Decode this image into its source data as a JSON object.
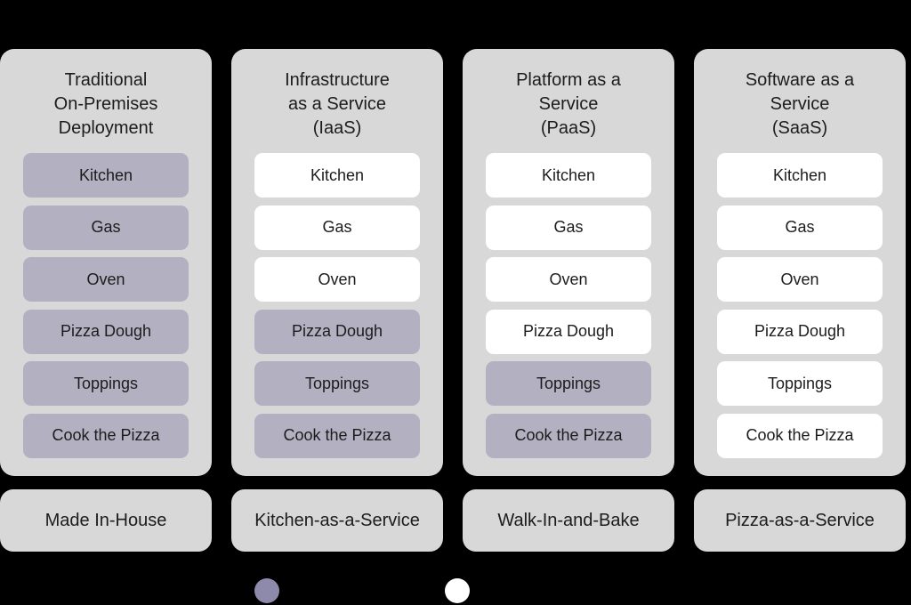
{
  "colors": {
    "background": "#000000",
    "panel": "#d8d8d8",
    "managed_fill": "#b2b0c1",
    "provider_fill": "#ffffff",
    "text": "#1c1c1c",
    "legend_managed_dot": "#8d8aab",
    "legend_provider_dot": "#ffffff"
  },
  "columns": [
    {
      "title": "Traditional\nOn-Premises\nDeployment",
      "footer": "Made In-House",
      "items": [
        {
          "label": "Kitchen",
          "managed": true
        },
        {
          "label": "Gas",
          "managed": true
        },
        {
          "label": "Oven",
          "managed": true
        },
        {
          "label": "Pizza Dough",
          "managed": true
        },
        {
          "label": "Toppings",
          "managed": true
        },
        {
          "label": "Cook the Pizza",
          "managed": true
        }
      ]
    },
    {
      "title": "Infrastructure\nas a Service\n(IaaS)",
      "footer": "Kitchen-as-a-Service",
      "items": [
        {
          "label": "Kitchen",
          "managed": false
        },
        {
          "label": "Gas",
          "managed": false
        },
        {
          "label": "Oven",
          "managed": false
        },
        {
          "label": "Pizza Dough",
          "managed": true
        },
        {
          "label": "Toppings",
          "managed": true
        },
        {
          "label": "Cook the Pizza",
          "managed": true
        }
      ]
    },
    {
      "title": "Platform as a\nService\n(PaaS)",
      "footer": "Walk-In-and-Bake",
      "items": [
        {
          "label": "Kitchen",
          "managed": false
        },
        {
          "label": "Gas",
          "managed": false
        },
        {
          "label": "Oven",
          "managed": false
        },
        {
          "label": "Pizza Dough",
          "managed": false
        },
        {
          "label": "Toppings",
          "managed": true
        },
        {
          "label": "Cook the Pizza",
          "managed": true
        }
      ]
    },
    {
      "title": "Software as a\nService\n(SaaS)",
      "footer": "Pizza-as-a-Service",
      "items": [
        {
          "label": "Kitchen",
          "managed": false
        },
        {
          "label": "Gas",
          "managed": false
        },
        {
          "label": "Oven",
          "managed": false
        },
        {
          "label": "Pizza Dough",
          "managed": false
        },
        {
          "label": "Toppings",
          "managed": false
        },
        {
          "label": "Cook the Pizza",
          "managed": false
        }
      ]
    }
  ],
  "legend": {
    "dots": [
      {
        "id": "managed",
        "color": "#8d8aab"
      },
      {
        "id": "provider",
        "color": "#ffffff"
      }
    ]
  }
}
